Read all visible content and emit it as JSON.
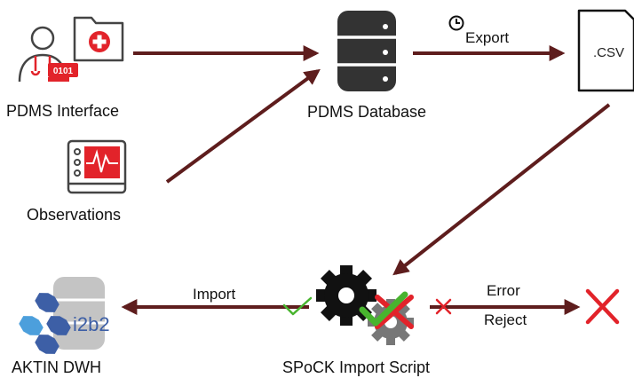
{
  "nodes": {
    "pdms_interface": {
      "label": "PDMS Interface"
    },
    "observations": {
      "label": "Observations"
    },
    "pdms_database": {
      "label": "PDMS Database"
    },
    "csv_file": {
      "label": ".CSV",
      "badge": "0101"
    },
    "spock_script": {
      "label": "SPoCK Import Script"
    },
    "aktin_dwh": {
      "label": "AKTIN DWH",
      "logo_text": "i2b2"
    }
  },
  "edges": {
    "export": {
      "label": "Export"
    },
    "import": {
      "label": "Import"
    },
    "error": {
      "label": "Error"
    },
    "reject": {
      "label": "Reject"
    }
  },
  "colors": {
    "arrow": "#5e1d1d",
    "accent_red": "#e2232a",
    "ok_green": "#48b42e",
    "cylinder_dark": "#333333",
    "i2b2_blue": "#3d5fa6",
    "i2b2_light": "#4c9fdc"
  },
  "icons": [
    "doctor-icon",
    "medical-folder-icon",
    "monitor-icon",
    "database-icon",
    "clock-icon",
    "file-icon",
    "gears-icon",
    "check-icon",
    "x-icon"
  ]
}
